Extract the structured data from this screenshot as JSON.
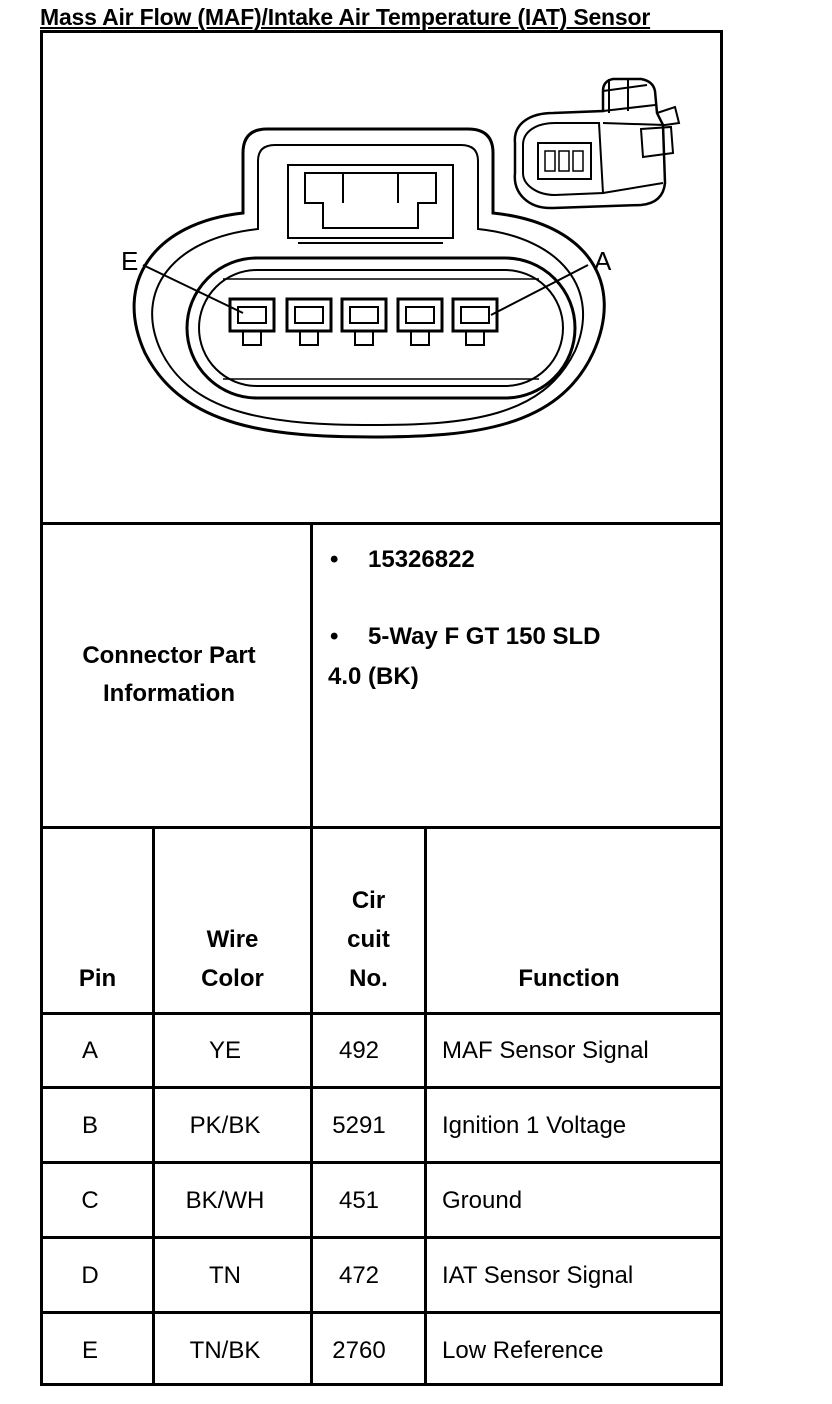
{
  "title": "Mass Air Flow (MAF)/Intake Air Temperature (IAT) Sensor",
  "diagram": {
    "left_pin_label": "E",
    "right_pin_label": "A"
  },
  "connector_info": {
    "label": "Connector Part Information",
    "items": [
      "15326822",
      "5-Way F GT 150 SLD",
      "4.0 (BK)"
    ]
  },
  "table": {
    "headers": {
      "pin": "Pin",
      "wire_color_1": "Wire",
      "wire_color_2": "Color",
      "circuit_1": "Cir",
      "circuit_2": "cuit",
      "circuit_3": "No.",
      "function": "Function"
    },
    "rows": [
      {
        "pin": "A",
        "wire": "YE",
        "circuit": "492",
        "function": "MAF Sensor Signal"
      },
      {
        "pin": "B",
        "wire": "PK/BK",
        "circuit": "5291",
        "function": "Ignition 1 Voltage"
      },
      {
        "pin": "C",
        "wire": "BK/WH",
        "circuit": "451",
        "function": "Ground"
      },
      {
        "pin": "D",
        "wire": "TN",
        "circuit": "472",
        "function": "IAT Sensor Signal"
      },
      {
        "pin": "E",
        "wire": "TN/BK",
        "circuit": "2760",
        "function": "Low Reference"
      }
    ]
  }
}
